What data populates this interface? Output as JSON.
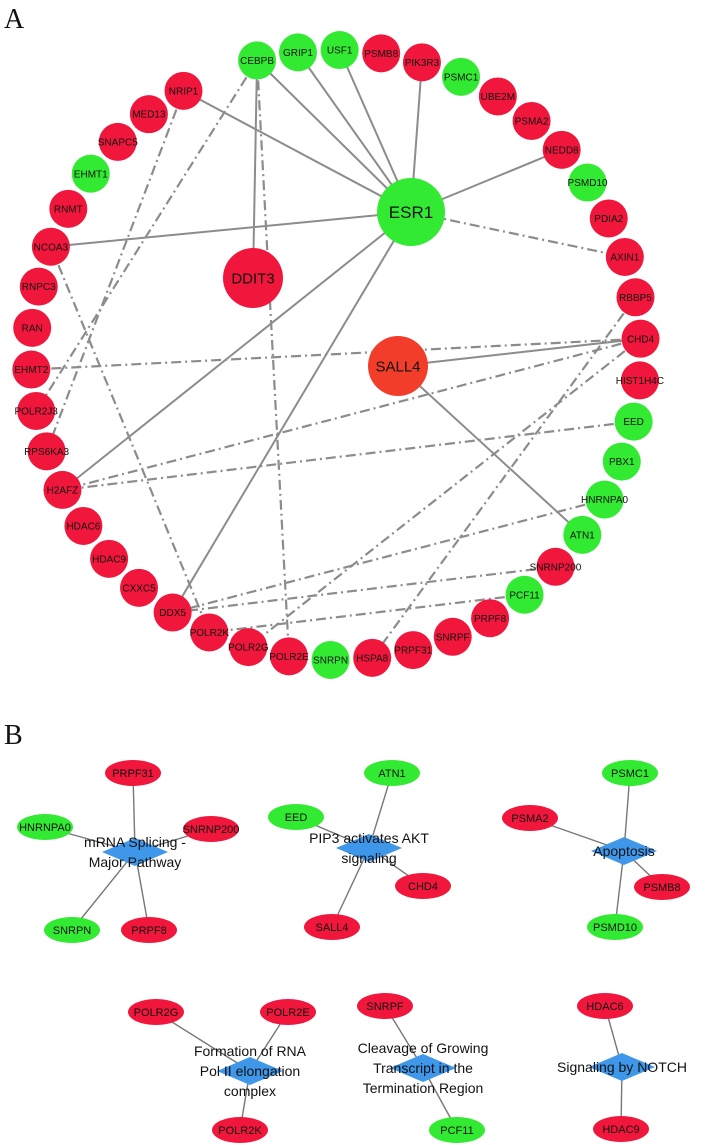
{
  "panel_a_label": "A",
  "panel_b_label": "B",
  "colors": {
    "red": "#f0163c",
    "green": "#33ea33",
    "orange": "#f23d2a",
    "blue": "#3f97ea",
    "edge": "#8c8c8c"
  },
  "network": {
    "hubs": [
      {
        "id": "ESR1",
        "color": "green"
      },
      {
        "id": "DDIT3",
        "color": "red"
      },
      {
        "id": "SALL4",
        "color": "orange"
      }
    ],
    "ring": [
      {
        "id": "CEBPB",
        "color": "green"
      },
      {
        "id": "GRIP1",
        "color": "green"
      },
      {
        "id": "USF1",
        "color": "green"
      },
      {
        "id": "PSMB8",
        "color": "red"
      },
      {
        "id": "PIK3R3",
        "color": "red"
      },
      {
        "id": "PSMC1",
        "color": "green"
      },
      {
        "id": "UBE2M",
        "color": "red"
      },
      {
        "id": "PSMA2",
        "color": "red"
      },
      {
        "id": "NEDD8",
        "color": "red"
      },
      {
        "id": "PSMD10",
        "color": "green"
      },
      {
        "id": "PDIA2",
        "color": "red"
      },
      {
        "id": "AXIN1",
        "color": "red"
      },
      {
        "id": "RBBP5",
        "color": "red"
      },
      {
        "id": "CHD4",
        "color": "red"
      },
      {
        "id": "HIST1H4C",
        "color": "red"
      },
      {
        "id": "EED",
        "color": "green"
      },
      {
        "id": "PBX1",
        "color": "green"
      },
      {
        "id": "HNRNPA0",
        "color": "green"
      },
      {
        "id": "ATN1",
        "color": "green"
      },
      {
        "id": "SNRNP200",
        "color": "red"
      },
      {
        "id": "PCF11",
        "color": "green"
      },
      {
        "id": "PRPF8",
        "color": "red"
      },
      {
        "id": "SNRPF",
        "color": "red"
      },
      {
        "id": "PRPF31",
        "color": "red"
      },
      {
        "id": "HSPA8",
        "color": "red"
      },
      {
        "id": "SNRPN",
        "color": "green"
      },
      {
        "id": "POLR2E",
        "color": "red"
      },
      {
        "id": "POLR2G",
        "color": "red"
      },
      {
        "id": "POLR2K",
        "color": "red"
      },
      {
        "id": "DDX5",
        "color": "red"
      },
      {
        "id": "CXXC5",
        "color": "red"
      },
      {
        "id": "HDAC9",
        "color": "red"
      },
      {
        "id": "HDAC6",
        "color": "red"
      },
      {
        "id": "H2AFZ",
        "color": "red"
      },
      {
        "id": "RPS6KA3",
        "color": "red"
      },
      {
        "id": "POLR2J3",
        "color": "red"
      },
      {
        "id": "EHMT2",
        "color": "red"
      },
      {
        "id": "RAN",
        "color": "red"
      },
      {
        "id": "RNPC3",
        "color": "red"
      },
      {
        "id": "NCOA3",
        "color": "red"
      },
      {
        "id": "RNMT",
        "color": "red"
      },
      {
        "id": "EHMT1",
        "color": "green"
      },
      {
        "id": "SNAPC5",
        "color": "red"
      },
      {
        "id": "MED13",
        "color": "red"
      },
      {
        "id": "NRIP1",
        "color": "red"
      }
    ],
    "edges": [
      [
        "ESR1",
        "NRIP1",
        "solid"
      ],
      [
        "ESR1",
        "CEBPB",
        "solid"
      ],
      [
        "ESR1",
        "GRIP1",
        "solid"
      ],
      [
        "ESR1",
        "USF1",
        "solid"
      ],
      [
        "ESR1",
        "PIK3R3",
        "solid"
      ],
      [
        "ESR1",
        "NEDD8",
        "solid"
      ],
      [
        "ESR1",
        "NCOA3",
        "solid"
      ],
      [
        "ESR1",
        "DDX5",
        "solid"
      ],
      [
        "ESR1",
        "H2AFZ",
        "solid"
      ],
      [
        "ESR1",
        "AXIN1",
        "dashdot"
      ],
      [
        "CEBPB",
        "DDIT3",
        "solid"
      ],
      [
        "SALL4",
        "CHD4",
        "solid"
      ],
      [
        "SALL4",
        "ATN1",
        "solid"
      ],
      [
        "CHD4",
        "EHMT2",
        "dashdot"
      ],
      [
        "CHD4",
        "H2AFZ",
        "dashdot"
      ],
      [
        "EED",
        "H2AFZ",
        "dashdot"
      ],
      [
        "HNRNPA0",
        "DDX5",
        "dashdot"
      ],
      [
        "SNRNP200",
        "DDX5",
        "dashdot"
      ],
      [
        "CEBPB",
        "POLR2J3",
        "dashdot"
      ],
      [
        "CEBPB",
        "POLR2E",
        "dashdot"
      ],
      [
        "NRIP1",
        "RPS6KA3",
        "dashdot"
      ],
      [
        "CHD4",
        "POLR2G",
        "dashdot"
      ],
      [
        "RBBP5",
        "HSPA8",
        "dashdot"
      ],
      [
        "NCOA3",
        "POLR2K",
        "dashdot"
      ],
      [
        "PCF11",
        "POLR2K",
        "dashdot"
      ]
    ]
  },
  "pathways": [
    {
      "label_lines": [
        "mRNA Splicing -",
        "Major Pathway"
      ],
      "genes": [
        {
          "id": "PRPF31",
          "color": "red"
        },
        {
          "id": "SNRNP200",
          "color": "red"
        },
        {
          "id": "PRPF8",
          "color": "red"
        },
        {
          "id": "SNRPN",
          "color": "green"
        },
        {
          "id": "HNRNPA0",
          "color": "green"
        }
      ]
    },
    {
      "label_lines": [
        "PIP3 activates AKT",
        "signaling"
      ],
      "genes": [
        {
          "id": "ATN1",
          "color": "green"
        },
        {
          "id": "CHD4",
          "color": "red"
        },
        {
          "id": "SALL4",
          "color": "red"
        },
        {
          "id": "EED",
          "color": "green"
        }
      ]
    },
    {
      "label_lines": [
        "Apoptosis"
      ],
      "genes": [
        {
          "id": "PSMC1",
          "color": "green"
        },
        {
          "id": "PSMB8",
          "color": "red"
        },
        {
          "id": "PSMD10",
          "color": "green"
        },
        {
          "id": "PSMA2",
          "color": "red"
        }
      ]
    },
    {
      "label_lines": [
        "Formation of RNA",
        "Pol II elongation",
        "complex"
      ],
      "genes": [
        {
          "id": "POLR2G",
          "color": "red"
        },
        {
          "id": "POLR2E",
          "color": "red"
        },
        {
          "id": "POLR2K",
          "color": "red"
        }
      ]
    },
    {
      "label_lines": [
        "Cleavage of Growing",
        "Transcript in the",
        "Termination Region"
      ],
      "genes": [
        {
          "id": "SNRPF",
          "color": "red"
        },
        {
          "id": "PCF11",
          "color": "green"
        }
      ]
    },
    {
      "label_lines": [
        "Signaling by NOTCH"
      ],
      "genes": [
        {
          "id": "HDAC6",
          "color": "red"
        },
        {
          "id": "HDAC9",
          "color": "red"
        }
      ]
    }
  ]
}
